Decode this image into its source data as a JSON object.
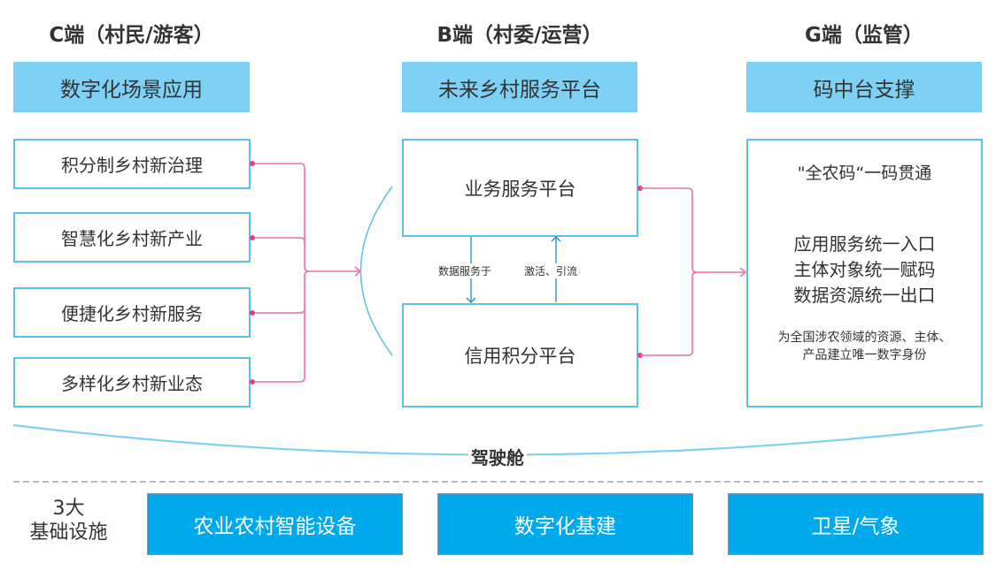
{
  "columns": [
    {
      "header": "C端（村民/游客）",
      "band": "数字化场景应用"
    },
    {
      "header": "B端（村委/运营）",
      "band": "未来乡村服务平台"
    },
    {
      "header": "G端（监管）",
      "band": "码中台支撑"
    }
  ],
  "c_items": [
    "积分制乡村新治理",
    "智慧化乡村新产业",
    "便捷化乡村新服务",
    "多样化乡村新业态"
  ],
  "b_platforms": {
    "top": "业务服务平台",
    "bottom": "信用积分平台",
    "down_label": "数据服务于",
    "up_label": "激活、引流"
  },
  "g_box": {
    "title": "\"全农码“一码贯通",
    "lines": [
      "应用服务统一入口",
      "主体对象统一赋码",
      "数据资源统一出口"
    ],
    "note_lines": [
      "为全国涉农领域的资源、主体、",
      "产品建立唯一数字身份"
    ]
  },
  "cockpit_label": "驾驶舱",
  "infrastructure": {
    "title_line1": "3大",
    "title_line2": "基础设施",
    "items": [
      "农业农村智能设备",
      "数字化基建",
      "卫星/气象"
    ]
  },
  "colors": {
    "band": "#7fd0f5",
    "box_border": "#5bc0eb",
    "connector": "#f06eaa",
    "connector_dot": "#e23c8c",
    "infra_fill": "#00a8ec",
    "arrow_blue": "#1a8fcf"
  }
}
